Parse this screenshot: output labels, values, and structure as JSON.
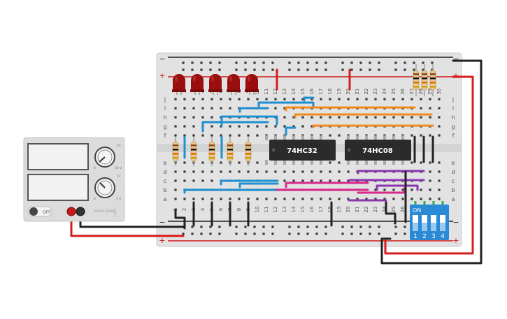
{
  "colors": {
    "board": "#e2e2e2",
    "board_edge": "#c9c9c9",
    "hole": "#3a3a3a",
    "rail_red": "#d01818",
    "rail_black": "#222222",
    "chip": "#2b2b2b",
    "chip_text": "#ffffff",
    "led": "#9a0e0e",
    "wire_blue": "#1e8fd0",
    "wire_orange": "#f08a1c",
    "wire_purple": "#8a35b0",
    "wire_pink": "#d82a8a",
    "wire_black": "#222222",
    "wire_red": "#d61c1c",
    "dip": "#2a8ad6",
    "resistor": "#e8c896"
  },
  "breadboard": {
    "rail_plus": "+",
    "rail_minus": "−",
    "row_letters_top": [
      "j",
      "i",
      "h",
      "g",
      "f"
    ],
    "row_letters_bottom": [
      "e",
      "d",
      "c",
      "b",
      "a"
    ],
    "column_numbers_top": [
      "1",
      "2",
      "3",
      "4",
      "5",
      "6",
      "7",
      "8",
      "9",
      "10",
      "11",
      "12",
      "13",
      "14",
      "15",
      "16",
      "17",
      "18",
      "19",
      "20",
      "21",
      "22",
      "23",
      "24",
      "25",
      "26",
      "27",
      "28",
      "29",
      "30"
    ],
    "column_numbers_bottom": [
      "1",
      "2",
      "3",
      "4",
      "5",
      "6",
      "7",
      "8",
      "9",
      "10",
      "11",
      "12",
      "13",
      "14",
      "15",
      "16",
      "17",
      "18",
      "19",
      "20",
      "21",
      "22",
      "23",
      "24",
      "25",
      "26",
      "27",
      "28",
      "29",
      "30"
    ]
  },
  "chips": [
    {
      "label": "74HC32"
    },
    {
      "label": "74HC08"
    }
  ],
  "power_supply": {
    "off_label": "OFF",
    "knob1_label_right": "30 V",
    "knob1_label_left": "0",
    "knob1_top_label": "VC",
    "knob2_label_right": "5 A",
    "knob2_label_left": "0",
    "knob2_top_label": "CC",
    "brand": "POWER SUPPLY"
  },
  "dip_switch": {
    "on_label": "ON",
    "switch_labels": [
      "1",
      "2",
      "3",
      "4"
    ]
  },
  "leds": {
    "count": 5
  },
  "resistors_lower": {
    "count": 5
  },
  "resistors_upper": {
    "count": 3
  }
}
